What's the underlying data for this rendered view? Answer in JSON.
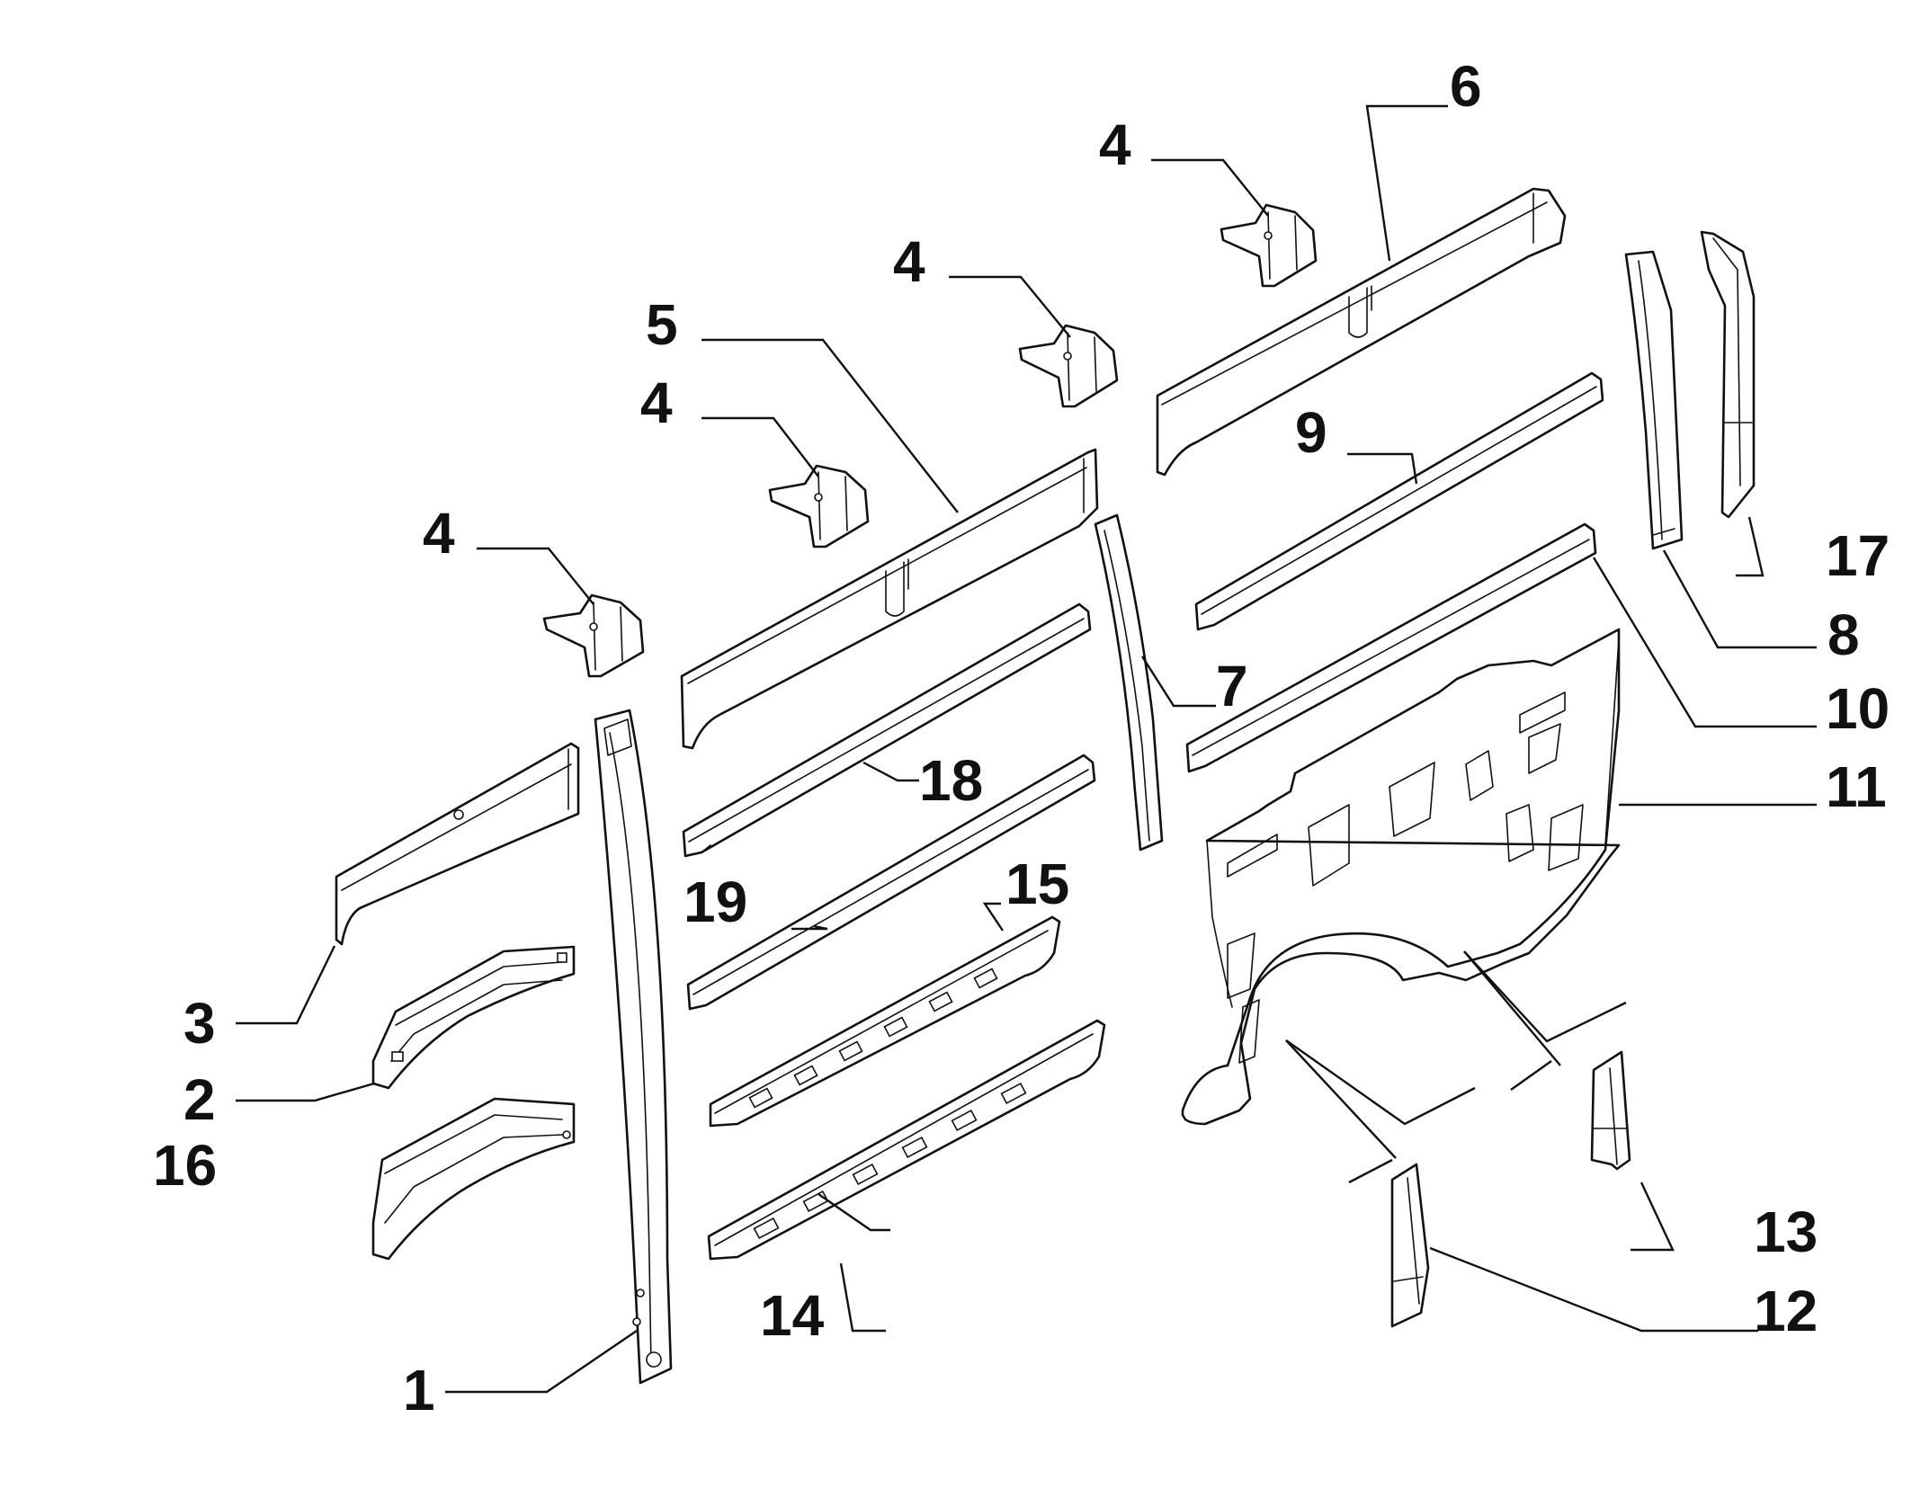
{
  "callouts": [
    {
      "id": "c1",
      "label": "1"
    },
    {
      "id": "c2",
      "label": "2"
    },
    {
      "id": "c3",
      "label": "3"
    },
    {
      "id": "c4a",
      "label": "4"
    },
    {
      "id": "c4b",
      "label": "4"
    },
    {
      "id": "c4c",
      "label": "4"
    },
    {
      "id": "c4d",
      "label": "4"
    },
    {
      "id": "c5",
      "label": "5"
    },
    {
      "id": "c6",
      "label": "6"
    },
    {
      "id": "c7",
      "label": "7"
    },
    {
      "id": "c8",
      "label": "8"
    },
    {
      "id": "c9",
      "label": "9"
    },
    {
      "id": "c10",
      "label": "10"
    },
    {
      "id": "c11",
      "label": "11"
    },
    {
      "id": "c12",
      "label": "12"
    },
    {
      "id": "c13",
      "label": "13"
    },
    {
      "id": "c14",
      "label": "14"
    },
    {
      "id": "c15",
      "label": "15"
    },
    {
      "id": "c16",
      "label": "16"
    },
    {
      "id": "c17",
      "label": "17"
    },
    {
      "id": "c18",
      "label": "18"
    },
    {
      "id": "c19",
      "label": "19"
    }
  ],
  "colors": {
    "ink": "#111111",
    "background": "#ffffff"
  }
}
